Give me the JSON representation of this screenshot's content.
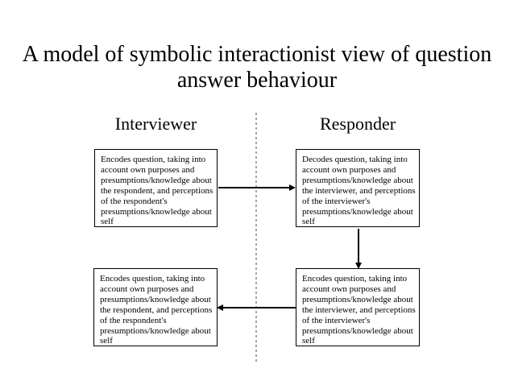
{
  "slide": {
    "title_lines": [
      "A model of symbolic interactionist view of question",
      "answer behaviour"
    ],
    "headers": {
      "left": "Interviewer",
      "right": "Responder"
    },
    "boxes": [
      {
        "id": "interviewer-encodes-question",
        "column": "Interviewer",
        "text": "Encodes question, taking into account own purposes and presumptions/knowledge about the respondent, and perceptions of the respondent's presumptions/knowledge about self"
      },
      {
        "id": "responder-decodes-question",
        "column": "Responder",
        "text": "Decodes question, taking into account own purposes and presumptions/knowledge about the interviewer, and perceptions of the interviewer's presumptions/knowledge about self"
      },
      {
        "id": "interviewer-decodes-answer",
        "column": "Interviewer",
        "text": "Encodes question, taking into account own purposes and presumptions/knowledge about the respondent, and perceptions of the respondent's presumptions/knowledge about self"
      },
      {
        "id": "responder-encodes-answer",
        "column": "Responder",
        "text": "Encodes question, taking into account own purposes and presumptions/knowledge about the interviewer, and perceptions of the interviewer's presumptions/knowledge about self"
      }
    ],
    "edges": [
      {
        "from": "interviewer-encodes-question",
        "to": "responder-decodes-question",
        "direction": "right"
      },
      {
        "from": "responder-decodes-question",
        "to": "responder-encodes-answer",
        "direction": "down"
      },
      {
        "from": "responder-encodes-answer",
        "to": "interviewer-decodes-answer",
        "direction": "left"
      }
    ],
    "colors": {
      "background": "#ffffff",
      "text": "#000000",
      "box_border": "#000000",
      "arrow": "#000000",
      "divider": "#a6a6a6"
    }
  }
}
